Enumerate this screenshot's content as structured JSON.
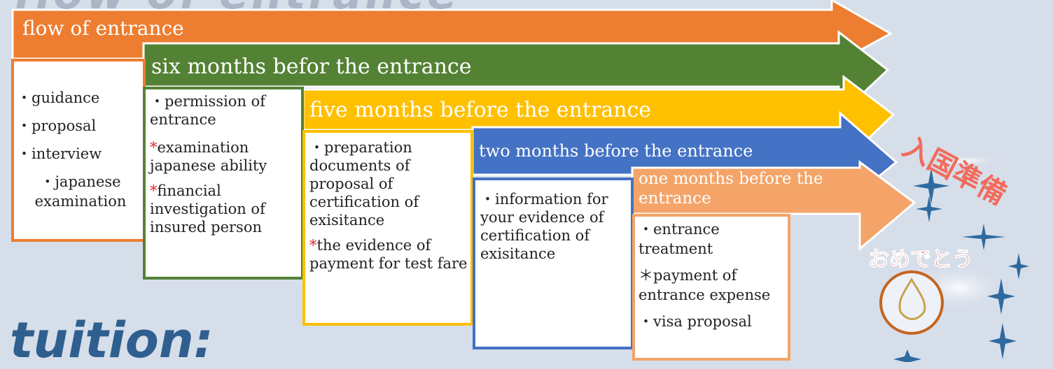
{
  "background_word_top": "flow of entrance",
  "background_word_bottom": "tuition:",
  "stages": [
    {
      "title": "flow of entrance",
      "color": "#ed7d31",
      "items": [
        "・guidance",
        "・proposal",
        "・interview",
        "・japanese examination"
      ]
    },
    {
      "title": "six months befor the entrance",
      "color": "#548235",
      "items": [
        "・permission of entrance",
        "examination japanese ability",
        "financial investigation of insured person"
      ],
      "starred": [
        false,
        true,
        true
      ]
    },
    {
      "title": "five months before the entrance",
      "color": "#ffc000",
      "items": [
        "・preparation documents of proposal of certification of exisitance",
        "the evidence of payment  for test fare"
      ],
      "starred": [
        false,
        true
      ]
    },
    {
      "title": "two months before the entrance",
      "color": "#4472c4",
      "items": [
        "・information for your evidence of certification of exisitance"
      ]
    },
    {
      "title": "one months before the entrance",
      "color": "#f4a468",
      "items": [
        "・entrance treatment",
        "＊payment of entrance expense",
        "・visa proposal"
      ]
    }
  ],
  "decor": {
    "japanese_title": "入国準備",
    "congrats": "おめでとう",
    "star_mark": "*"
  }
}
